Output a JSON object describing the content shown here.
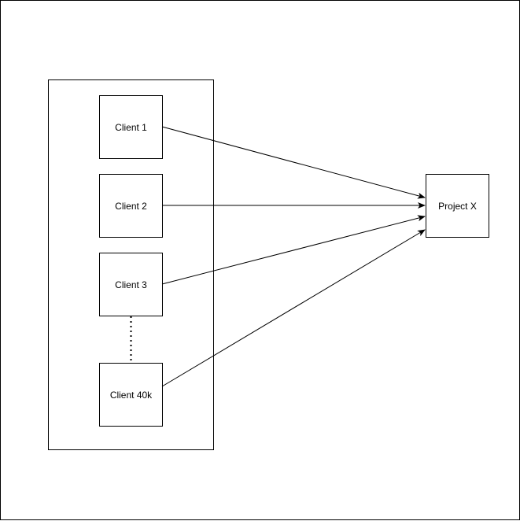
{
  "diagram": {
    "nodes": [
      {
        "id": "client-1",
        "label": "Client 1"
      },
      {
        "id": "client-2",
        "label": "Client 2"
      },
      {
        "id": "client-3",
        "label": "Client 3"
      },
      {
        "id": "client-40k",
        "label": "Client 40k"
      },
      {
        "id": "project-x",
        "label": "Project X"
      }
    ],
    "edges": [
      {
        "from": "client-1",
        "to": "project-x",
        "style": "solid-arrow"
      },
      {
        "from": "client-2",
        "to": "project-x",
        "style": "solid-arrow"
      },
      {
        "from": "client-3",
        "to": "project-x",
        "style": "solid-arrow"
      },
      {
        "from": "client-40k",
        "to": "project-x",
        "style": "solid-arrow"
      },
      {
        "from": "client-3",
        "to": "client-40k",
        "style": "dotted-line"
      }
    ],
    "groups": [
      {
        "id": "clients-group",
        "members": [
          "client-1",
          "client-2",
          "client-3",
          "client-40k"
        ]
      }
    ],
    "colors": {
      "stroke": "#000000",
      "fill": "#ffffff",
      "text": "#000000"
    }
  }
}
